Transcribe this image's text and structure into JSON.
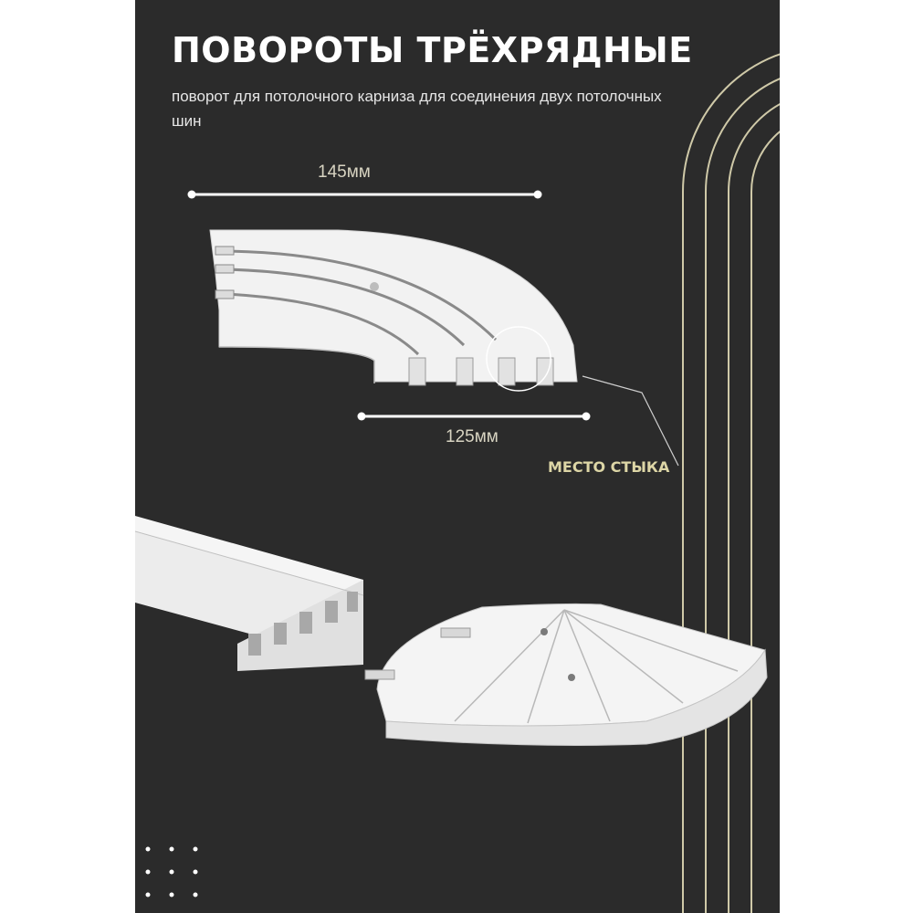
{
  "title": "ПОВОРОТЫ ТРЁХРЯДНЫЕ",
  "subtitle": "поворот для потолочного карниза для соединения двух потолочных шин",
  "dimensions": {
    "top_width": "145мм",
    "bottom_width": "125мм"
  },
  "callout": "МЕСТО СТЫКА",
  "colors": {
    "background": "#2b2b2b",
    "text": "#ffffff",
    "accent": "#ddd6a6"
  }
}
